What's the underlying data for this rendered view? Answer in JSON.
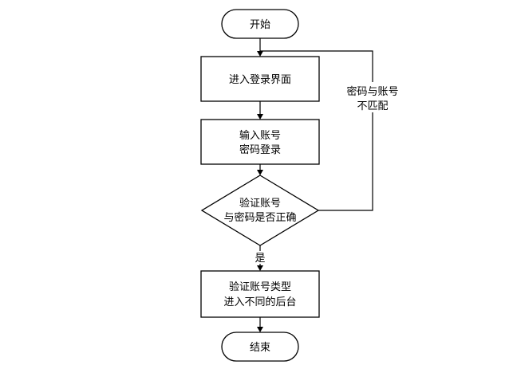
{
  "flowchart": {
    "start": "开始",
    "enter_login": "进入登录界面",
    "input_line1": "输入账号",
    "input_line2": "密码登录",
    "verify_line1": "验证账号",
    "verify_line2": "与密码是否正确",
    "route_line1": "验证账号类型",
    "route_line2": "进入不同的后台",
    "end": "结束",
    "yes_label": "是",
    "mismatch_line1": "密码与账号",
    "mismatch_line2": "不匹配"
  }
}
